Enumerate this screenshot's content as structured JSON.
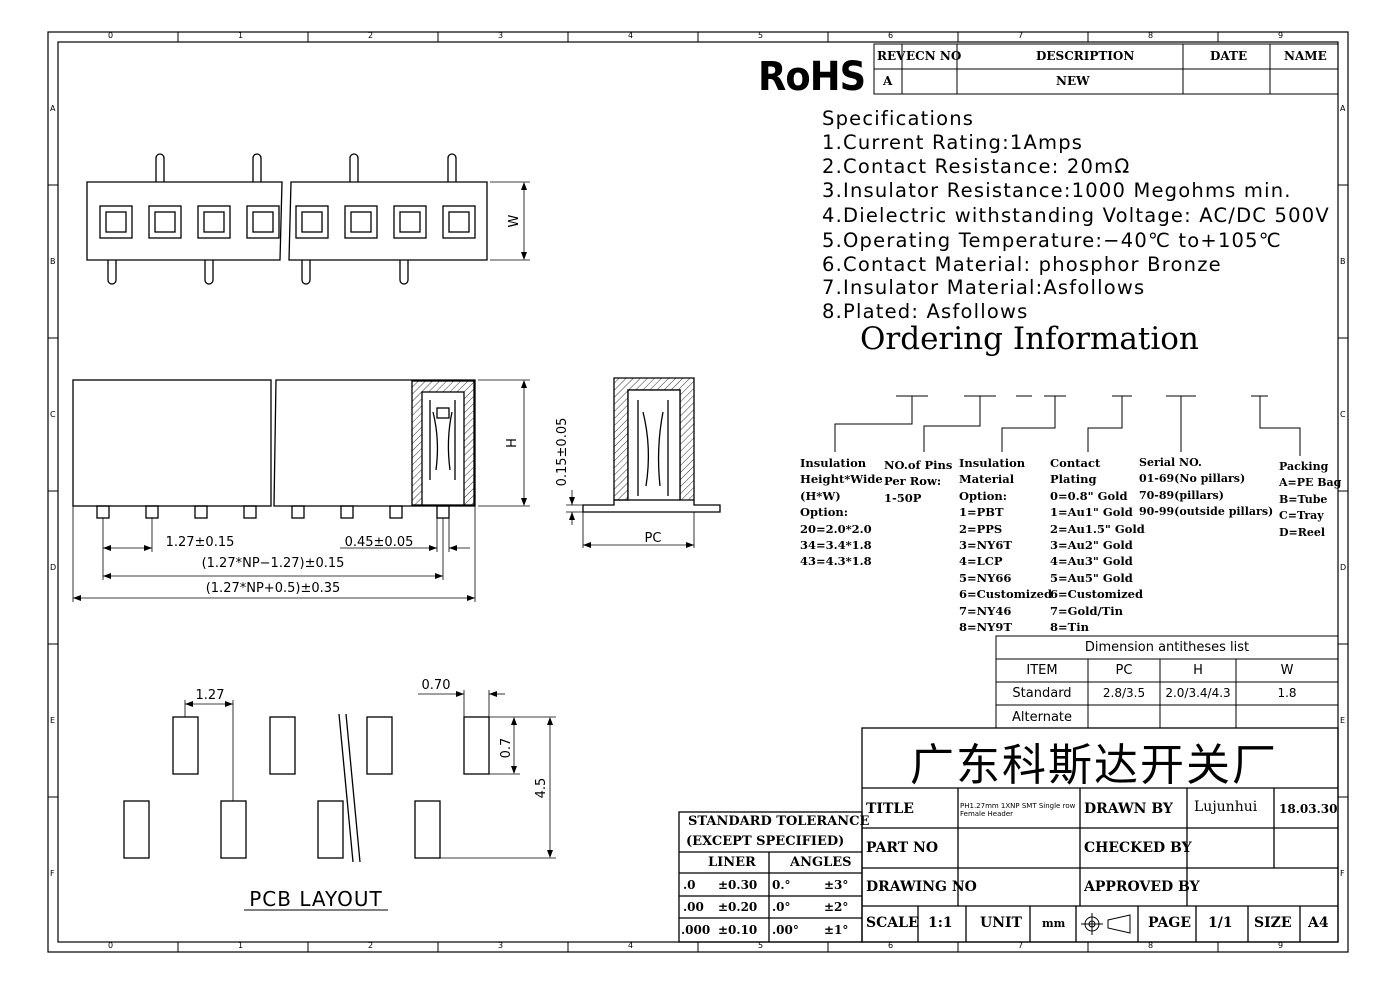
{
  "border": {
    "columns": [
      "0",
      "1",
      "2",
      "3",
      "4",
      "5",
      "6",
      "7",
      "8",
      "9"
    ],
    "rows": [
      "A",
      "B",
      "C",
      "D",
      "E",
      "F"
    ]
  },
  "revision_block": {
    "headers": {
      "rev": "REV",
      "ecn": "ECN NO",
      "description": "DESCRIPTION",
      "date": "DATE",
      "name": "NAME"
    },
    "row": {
      "rev": "A",
      "ecn": "",
      "description": "NEW",
      "date": "",
      "name": ""
    }
  },
  "rohs": "RoHS",
  "specifications": {
    "heading": "Specifications",
    "items": [
      "1.Current  Rating:1Amps",
      "2.Contact  Resistance:  20mΩ",
      "3.Insulator  Resistance:1000  Megohms  min.",
      "4.Dielectric  withstanding  Voltage:  AC/DC  500V",
      "5.Operating  Temperature:−40℃  to+105℃",
      "6.Contact  Material:  phosphor  Bronze",
      "7.Insulator  Material:Asfollows",
      "8.Plated:  Asfollows"
    ]
  },
  "ordering": {
    "title": "Ordering Information",
    "insulation_height": "Insulation\nHeight*Wide\n(H*W)\nOption:\n20=2.0*2.0\n34=3.4*1.8\n43=4.3*1.8",
    "pins": "NO.of Pins\nPer Row:\n1-50P",
    "insulation_material": "Insulation\nMaterial\nOption:\n1=PBT\n2=PPS\n3=NY6T\n4=LCP\n5=NY66\n6=Customized\n7=NY46\n8=NY9T",
    "contact_plating": "Contact\nPlating\n0=0.8\" Gold\n1=Au1\" Gold\n2=Au1.5\" Gold\n3=Au2\" Gold\n4=Au3\" Gold\n5=Au5\" Gold\n6=Customized\n7=Gold/Tin\n8=Tin",
    "serial": "Serial NO.\n01-69(No pillars)\n70-89(pillars)\n90-99(outside pillars)",
    "packing": "Packing\nA=PE Bag\nB=Tube\nC=Tray\nD=Reel"
  },
  "dimension_table": {
    "title": "Dimension antitheses list",
    "headers": [
      "ITEM",
      "PC",
      "H",
      "W"
    ],
    "rows": [
      [
        "Standard",
        "2.8/3.5",
        "2.0/3.4/4.3",
        "1.8"
      ],
      [
        "Alternate",
        "",
        "",
        ""
      ]
    ]
  },
  "dimensions": {
    "w": "W",
    "h": "H",
    "pitch": "1.27±0.15",
    "pin_width": "0.45±0.05",
    "span1": "(1.27*NP−1.27)±0.15",
    "span2": "(1.27*NP+0.5)±0.35",
    "coplanarity": "0.15±0.05",
    "pc": "PC"
  },
  "pcb_layout": {
    "label": "PCB  LAYOUT",
    "pitch": "1.27",
    "pad_width": "0.70",
    "pad_len": "0.7",
    "row_span": "4.5"
  },
  "tolerance": {
    "title1": "STANDARD TOLERANCE",
    "title2": "(EXCEPT  SPECIFIED)",
    "linear": "LINER",
    "angles": "ANGLES",
    "rows": [
      [
        ".0",
        "±0.30",
        "0.°",
        "±3°"
      ],
      [
        ".00",
        "±0.20",
        ".0°",
        "±2°"
      ],
      [
        ".000",
        "±0.10",
        ".00°",
        "±1°"
      ]
    ]
  },
  "title_block": {
    "company": "广东科斯达开关厂",
    "title_label": "TITLE",
    "title_value": "PH1.27mm 1XNP SMT Single row Female Header",
    "drawn_by_label": "DRAWN BY",
    "drawn_by": "Lujunhui",
    "date": "18.03.30",
    "part_no_label": "PART NO",
    "checked_by_label": "CHECKED BY",
    "drawing_no_label": "DRAWING NO",
    "approved_by_label": "APPROVED BY",
    "scale_label": "SCALE",
    "scale": "1:1",
    "unit_label": "UNIT",
    "unit": "mm",
    "page_label": "PAGE",
    "page": "1/1",
    "size_label": "SIZE",
    "size": "A4"
  }
}
